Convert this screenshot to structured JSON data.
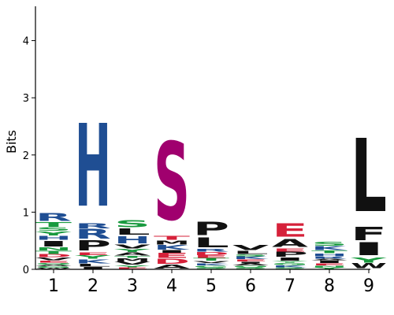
{
  "chart_data": {
    "type": "sequence-logo",
    "ylabel": "Bits",
    "ylim": [
      0,
      4.6
    ],
    "yticks": [
      0,
      1,
      2,
      3,
      4
    ],
    "positions": [
      {
        "label": "1",
        "stack": [
          {
            "letter": "W",
            "height": 0.02,
            "color": "#111111"
          },
          {
            "letter": "G",
            "height": 0.03,
            "color": "#199A3F"
          },
          {
            "letter": "A",
            "height": 0.03,
            "color": "#111111"
          },
          {
            "letter": "Q",
            "height": 0.03,
            "color": "#199A3F"
          },
          {
            "letter": "E",
            "height": 0.04,
            "color": "#D6213A"
          },
          {
            "letter": "V",
            "height": 0.05,
            "color": "#111111"
          },
          {
            "letter": "D",
            "height": 0.06,
            "color": "#D6213A"
          },
          {
            "letter": "T",
            "height": 0.06,
            "color": "#199A3F"
          },
          {
            "letter": "N",
            "height": 0.06,
            "color": "#199A3F"
          },
          {
            "letter": "I",
            "height": 0.12,
            "color": "#111111"
          },
          {
            "letter": "H",
            "height": 0.08,
            "color": "#1F4E93"
          },
          {
            "letter": "Y",
            "height": 0.08,
            "color": "#199A3F"
          },
          {
            "letter": "S",
            "height": 0.07,
            "color": "#199A3F"
          },
          {
            "letter": "T",
            "height": 0.09,
            "color": "#199A3F"
          },
          {
            "letter": "R",
            "height": 0.16,
            "color": "#1F4E93"
          }
        ]
      },
      {
        "label": "2",
        "stack": [
          {
            "letter": "I",
            "height": 0.04,
            "color": "#111111"
          },
          {
            "letter": "L",
            "height": 0.05,
            "color": "#111111"
          },
          {
            "letter": "K",
            "height": 0.08,
            "color": "#1F4E93"
          },
          {
            "letter": "Y",
            "height": 0.07,
            "color": "#199A3F"
          },
          {
            "letter": "E",
            "height": 0.05,
            "color": "#D6213A"
          },
          {
            "letter": "P",
            "height": 0.21,
            "color": "#111111"
          },
          {
            "letter": "R",
            "height": 0.2,
            "color": "#1F4E93"
          },
          {
            "letter": "R",
            "height": 0.1,
            "color": "#1F4E93"
          },
          {
            "letter": "H",
            "height": 1.72,
            "color": "#1F4E93"
          }
        ]
      },
      {
        "label": "3",
        "stack": [
          {
            "letter": "E",
            "height": 0.03,
            "color": "#D6213A"
          },
          {
            "letter": "Y",
            "height": 0.04,
            "color": "#199A3F"
          },
          {
            "letter": "V",
            "height": 0.06,
            "color": "#111111"
          },
          {
            "letter": "M",
            "height": 0.06,
            "color": "#111111"
          },
          {
            "letter": "T",
            "height": 0.04,
            "color": "#199A3F"
          },
          {
            "letter": "A",
            "height": 0.06,
            "color": "#111111"
          },
          {
            "letter": "Y",
            "height": 0.06,
            "color": "#199A3F"
          },
          {
            "letter": "V",
            "height": 0.08,
            "color": "#111111"
          },
          {
            "letter": "H",
            "height": 0.15,
            "color": "#1F4E93"
          },
          {
            "letter": "L",
            "height": 0.13,
            "color": "#111111"
          },
          {
            "letter": "S",
            "height": 0.15,
            "color": "#199A3F"
          }
        ]
      },
      {
        "label": "4",
        "stack": [
          {
            "letter": "A",
            "height": 0.08,
            "color": "#111111"
          },
          {
            "letter": "D",
            "height": 0.1,
            "color": "#D6213A"
          },
          {
            "letter": "E",
            "height": 0.1,
            "color": "#D6213A"
          },
          {
            "letter": "I",
            "height": 0.05,
            "color": "#111111"
          },
          {
            "letter": "K",
            "height": 0.09,
            "color": "#1F4E93"
          },
          {
            "letter": "M",
            "height": 0.08,
            "color": "#111111"
          },
          {
            "letter": "T",
            "height": 0.08,
            "color": "#D6213A"
          },
          {
            "letter": "S",
            "height": 1.62,
            "color": "#A0006E"
          }
        ]
      },
      {
        "label": "5",
        "stack": [
          {
            "letter": "S",
            "height": 0.03,
            "color": "#199A3F"
          },
          {
            "letter": "G",
            "height": 0.03,
            "color": "#199A3F"
          },
          {
            "letter": "K",
            "height": 0.04,
            "color": "#1F4E93"
          },
          {
            "letter": "V",
            "height": 0.04,
            "color": "#111111"
          },
          {
            "letter": "T",
            "height": 0.05,
            "color": "#199A3F"
          },
          {
            "letter": "E",
            "height": 0.05,
            "color": "#D6213A"
          },
          {
            "letter": "D",
            "height": 0.06,
            "color": "#D6213A"
          },
          {
            "letter": "R",
            "height": 0.05,
            "color": "#1F4E93"
          },
          {
            "letter": "L",
            "height": 0.2,
            "color": "#111111"
          },
          {
            "letter": "P",
            "height": 0.28,
            "color": "#111111"
          }
        ]
      },
      {
        "label": "6",
        "stack": [
          {
            "letter": "S",
            "height": 0.03,
            "color": "#199A3F"
          },
          {
            "letter": "Q",
            "height": 0.03,
            "color": "#199A3F"
          },
          {
            "letter": "A",
            "height": 0.04,
            "color": "#111111"
          },
          {
            "letter": "I",
            "height": 0.03,
            "color": "#111111"
          },
          {
            "letter": "E",
            "height": 0.04,
            "color": "#D6213A"
          },
          {
            "letter": "K",
            "height": 0.05,
            "color": "#1F4E93"
          },
          {
            "letter": "S",
            "height": 0.04,
            "color": "#199A3F"
          },
          {
            "letter": "L",
            "height": 0.06,
            "color": "#111111"
          },
          {
            "letter": "V",
            "height": 0.1,
            "color": "#111111"
          }
        ]
      },
      {
        "label": "7",
        "stack": [
          {
            "letter": "S",
            "height": 0.03,
            "color": "#199A3F"
          },
          {
            "letter": "K",
            "height": 0.04,
            "color": "#1F4E93"
          },
          {
            "letter": "G",
            "height": 0.04,
            "color": "#199A3F"
          },
          {
            "letter": "Y",
            "height": 0.03,
            "color": "#199A3F"
          },
          {
            "letter": "I",
            "height": 0.06,
            "color": "#111111"
          },
          {
            "letter": "P",
            "height": 0.1,
            "color": "#111111"
          },
          {
            "letter": "E",
            "height": 0.06,
            "color": "#D6213A"
          },
          {
            "letter": "A",
            "height": 0.16,
            "color": "#111111"
          },
          {
            "letter": "E",
            "height": 0.28,
            "color": "#D6213A"
          }
        ]
      },
      {
        "label": "8",
        "stack": [
          {
            "letter": "Y",
            "height": 0.03,
            "color": "#199A3F"
          },
          {
            "letter": "N",
            "height": 0.03,
            "color": "#199A3F"
          },
          {
            "letter": "E",
            "height": 0.04,
            "color": "#D6213A"
          },
          {
            "letter": "I",
            "height": 0.05,
            "color": "#111111"
          },
          {
            "letter": "A",
            "height": 0.03,
            "color": "#111111"
          },
          {
            "letter": "R",
            "height": 0.04,
            "color": "#1F4E93"
          },
          {
            "letter": "H",
            "height": 0.05,
            "color": "#1F4E93"
          },
          {
            "letter": "T",
            "height": 0.05,
            "color": "#199A3F"
          },
          {
            "letter": "K",
            "height": 0.08,
            "color": "#1F4E93"
          },
          {
            "letter": "S",
            "height": 0.08,
            "color": "#199A3F"
          }
        ]
      },
      {
        "label": "9",
        "stack": [
          {
            "letter": "W",
            "height": 0.1,
            "color": "#111111"
          },
          {
            "letter": "Y",
            "height": 0.1,
            "color": "#199A3F"
          },
          {
            "letter": "I",
            "height": 0.26,
            "color": "#111111"
          },
          {
            "letter": "F",
            "height": 0.28,
            "color": "#111111"
          },
          {
            "letter": "L",
            "height": 1.52,
            "color": "#111111"
          }
        ]
      }
    ]
  }
}
